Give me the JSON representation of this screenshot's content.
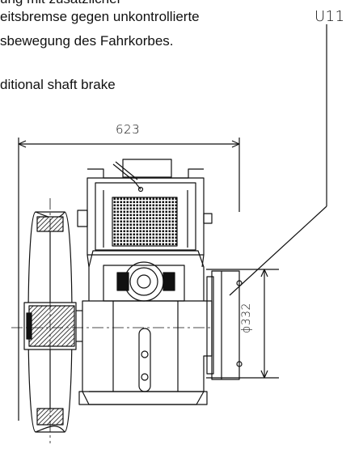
{
  "caption": {
    "line1": "ung mit zusätzlicher",
    "line2": "eitsbremse gegen unkontrollierte",
    "line3": "sbewegung des Fahrkorbes.",
    "english": "ditional shaft brake"
  },
  "drawing": {
    "reference_label": "U11",
    "width_dimension": "623",
    "diameter_dimension": "ɸ332"
  }
}
